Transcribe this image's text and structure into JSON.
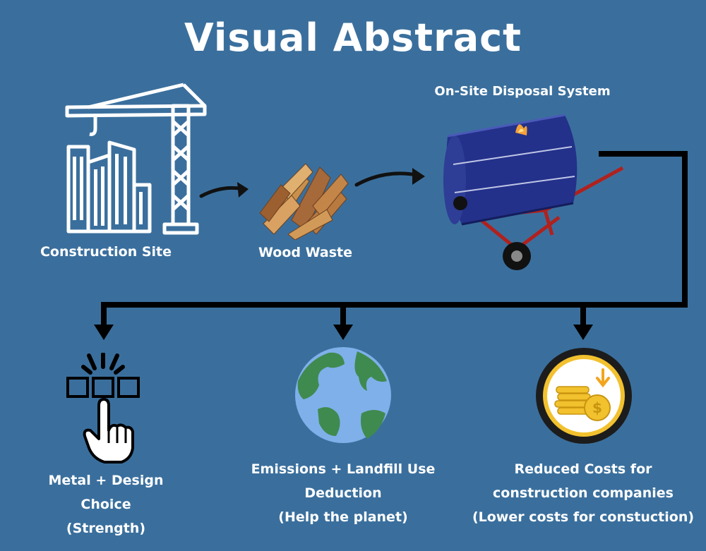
{
  "title": "Visual Abstract",
  "stages": {
    "construction_site": "Construction Site",
    "wood_waste": "Wood Waste",
    "disposal_system": "On-Site Disposal System"
  },
  "outcomes": {
    "metal_design": {
      "line1": "Metal + Design Choice",
      "line2": "(Strength)"
    },
    "emissions": {
      "line1": "Emissions + Landfill Use",
      "line2": "Deduction",
      "line3": "(Help the planet)"
    },
    "costs": {
      "line1": "Reduced Costs for",
      "line2": "construction companies",
      "line3": "(Lower costs for constuction)"
    }
  },
  "colors": {
    "background": "#3a6f9d",
    "connector": "#000000",
    "globe_ocean": "#7fb0ea",
    "globe_land": "#3f8a4f",
    "coin_ring": "#1c1c1c",
    "coin_gold": "#f2c12e",
    "barrel_blue": "#23318a",
    "cart_red": "#b0211e"
  },
  "icons": {
    "construction": "crane-buildings-icon",
    "wood": "wood-chips-icon",
    "barrel": "burn-barrel-cart-icon",
    "choice": "hand-click-boxes-icon",
    "planet": "globe-icon",
    "money": "coins-dollar-icon"
  }
}
